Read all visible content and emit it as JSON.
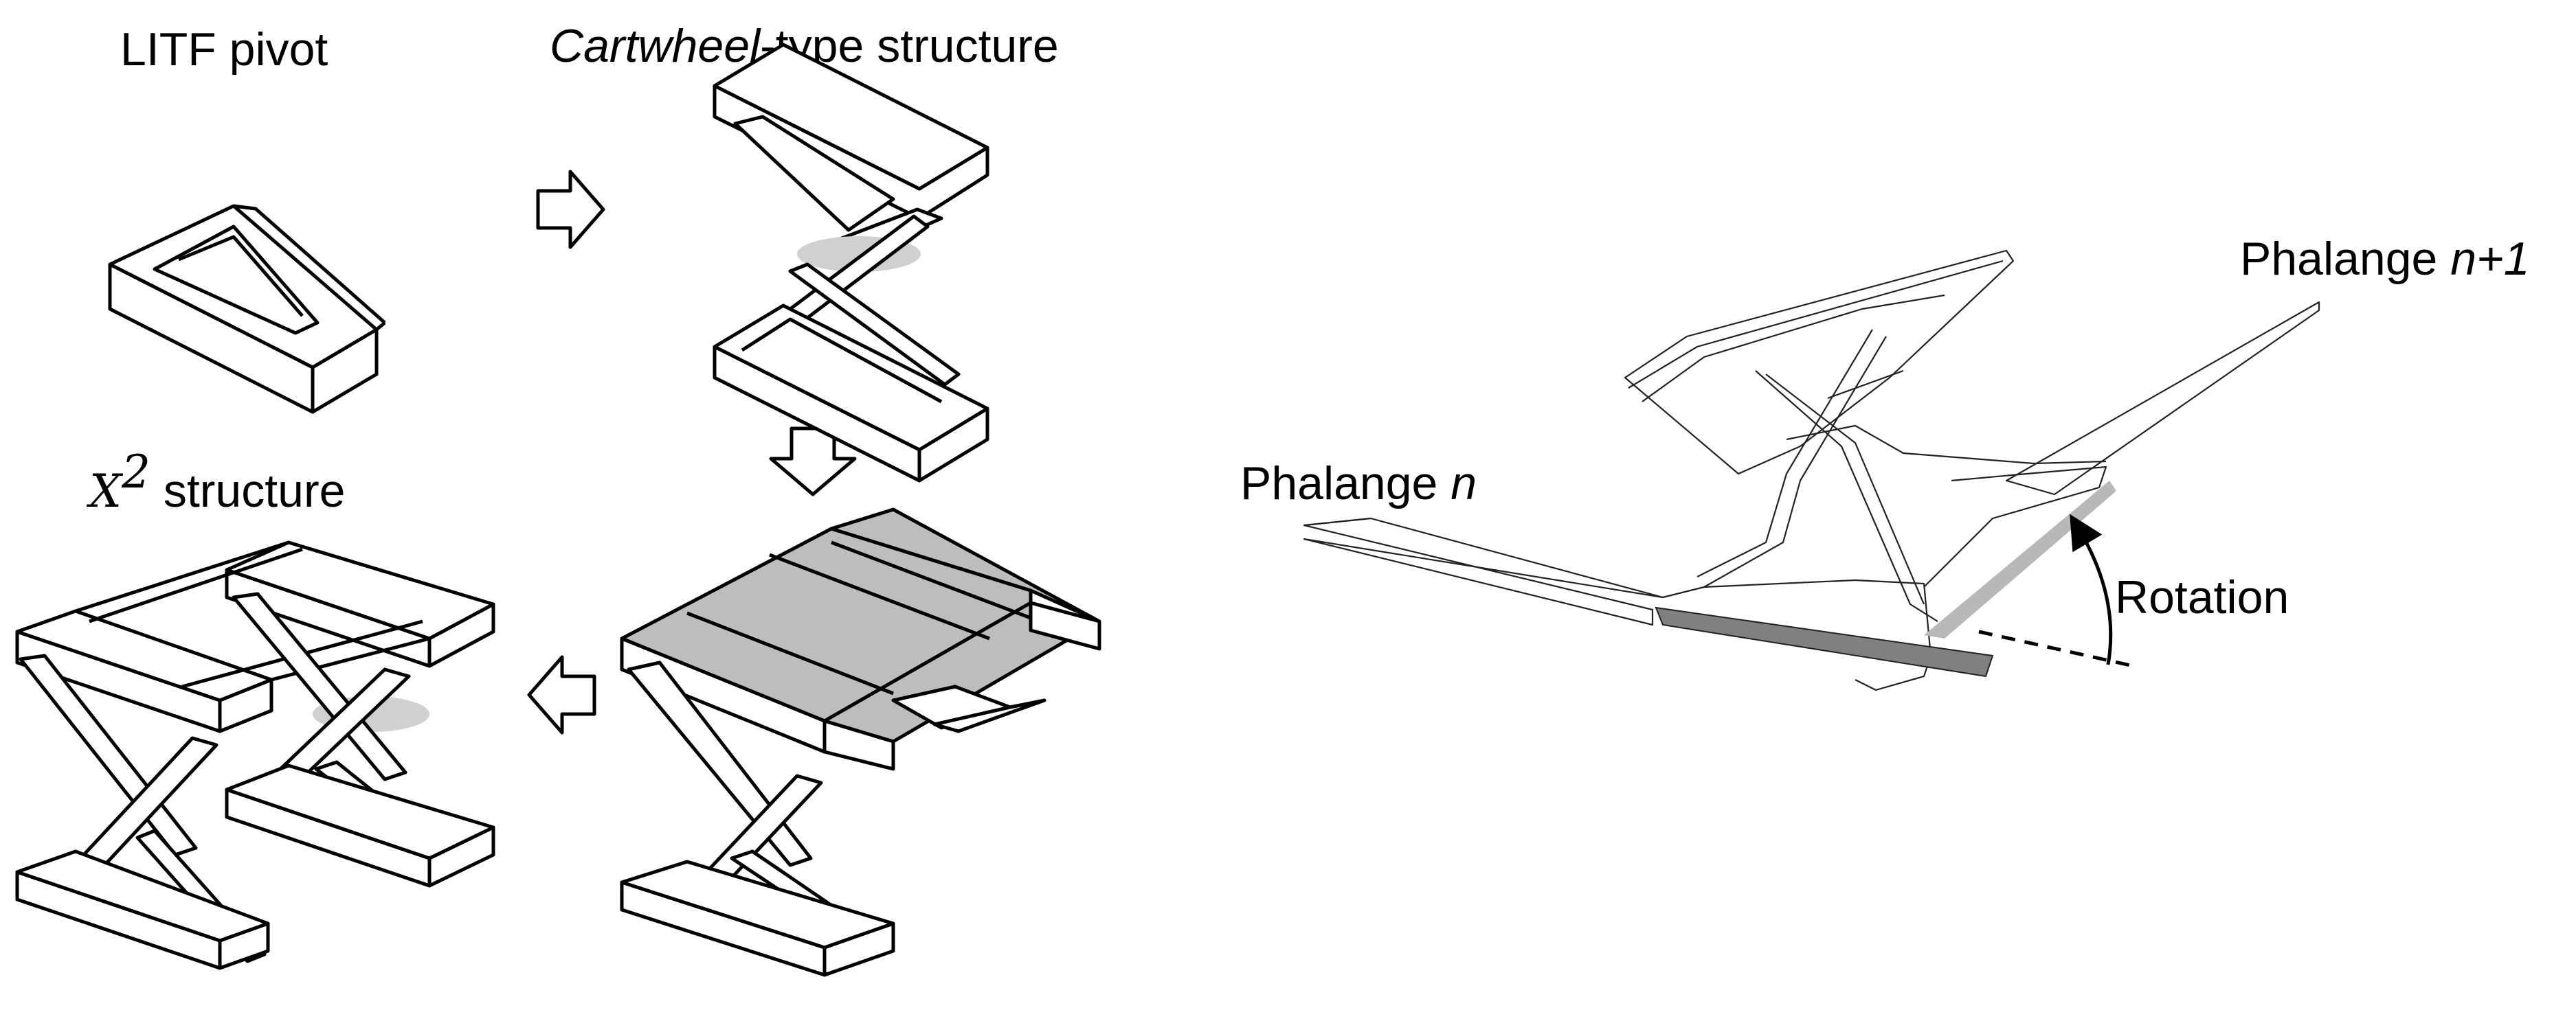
{
  "labels": {
    "litf_pivot": "LITF pivot",
    "cartwheel_italic": "Cartwheel",
    "cartwheel_rest": "-type structure",
    "x2_symbol": "X",
    "x2_exponent": "2",
    "x2_rest": " structure",
    "phalange_n_prefix": "Phalange ",
    "phalange_n_var": "n",
    "phalange_n1_prefix": "Phalange ",
    "phalange_n1_var": "n+1",
    "rotation": "Rotation"
  },
  "colors": {
    "line": "#000000",
    "shade": "#bdbdbd",
    "contact_shadow": "#d0d0d0",
    "joint_surface": "#808080"
  },
  "icons": [
    "right-arrow-icon",
    "down-arrow-icon",
    "left-arrow-icon",
    "curved-rotation-arrow-icon"
  ]
}
